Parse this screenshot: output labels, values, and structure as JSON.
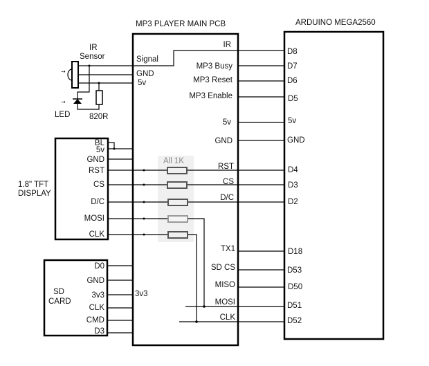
{
  "modules": {
    "mp3_pcb": {
      "title": "MP3 PLAYER MAIN PCB",
      "left_pins": [
        "Signal",
        "GND",
        "5v",
        "3v3"
      ],
      "right_pins": [
        "IR",
        "MP3 Busy",
        "MP3 Reset",
        "MP3 Enable",
        "5v",
        "GND",
        "RST",
        "CS",
        "D/C",
        "TX1",
        "SD CS",
        "MISO",
        "MOSI",
        "CLK"
      ]
    },
    "arduino": {
      "title": "ARDUINO MEGA2560",
      "pins": [
        "D8",
        "D7",
        "D6",
        "D5",
        "5v",
        "GND",
        "D4",
        "D3",
        "D2",
        "D18",
        "D53",
        "D50",
        "D51",
        "D52"
      ]
    },
    "ir_sensor": {
      "label_line1": "IR",
      "label_line2": "Sensor",
      "led_label": "LED",
      "resistor_label": "820R"
    },
    "tft": {
      "label_line1": "1.8\" TFT",
      "label_line2": "DISPLAY",
      "pins": [
        "BL",
        "5v",
        "GND",
        "RST",
        "CS",
        "D/C",
        "MOSI",
        "CLK"
      ]
    },
    "sd_card": {
      "label_line1": "SD",
      "label_line2": "CARD",
      "pins": [
        "D0",
        "GND",
        "3v3",
        "CLK",
        "CMD",
        "D3"
      ]
    },
    "resistors": {
      "label": "All 1K",
      "count": 5
    }
  }
}
